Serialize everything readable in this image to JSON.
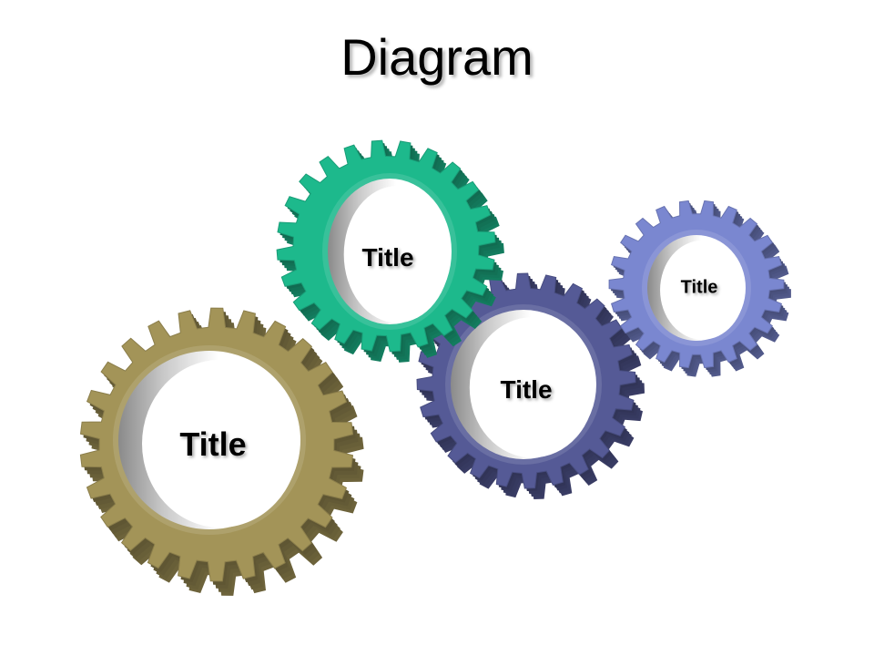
{
  "slide": {
    "title": "Diagram"
  },
  "gears": [
    {
      "label": "Title",
      "color": "#A39458"
    },
    {
      "label": "Title",
      "color": "#1DB98C"
    },
    {
      "label": "Title",
      "color": "#555A96"
    },
    {
      "label": "Title",
      "color": "#7A87D0"
    }
  ]
}
